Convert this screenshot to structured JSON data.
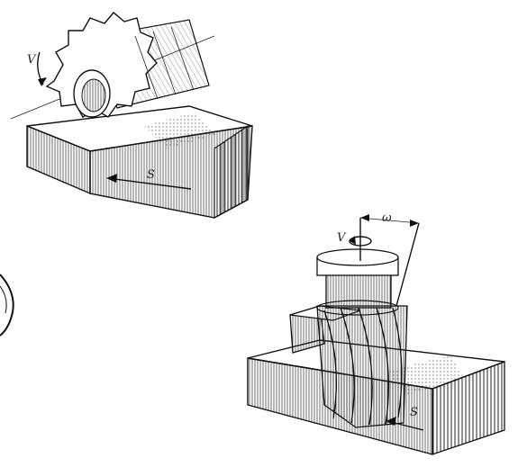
{
  "figure_1": {
    "labels": {
      "speed": "V",
      "feed": "S"
    }
  },
  "figure_2": {
    "labels": {
      "speed": "V",
      "angle": "ω",
      "feed": "S"
    }
  }
}
